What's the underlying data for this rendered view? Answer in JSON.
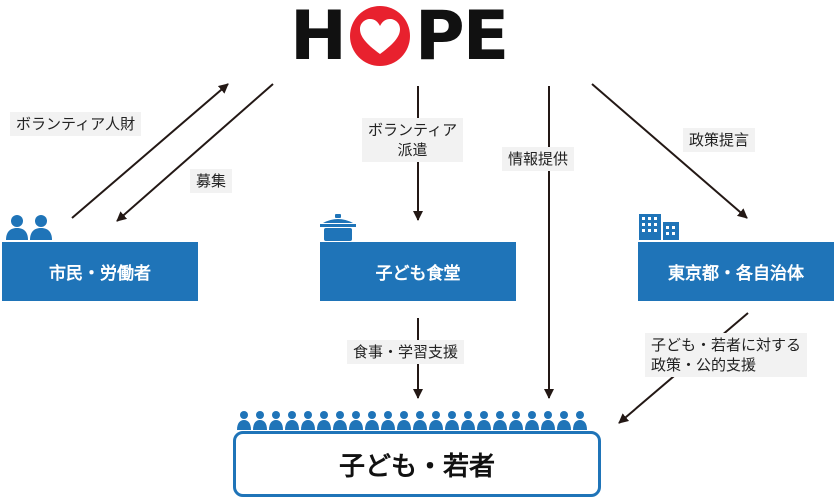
{
  "logo": {
    "text_left": "H",
    "text_right": "PE",
    "heart_color": "#e8212e"
  },
  "actors": {
    "citizens": {
      "label": "市民・労働者",
      "icon": "people-icon"
    },
    "kitchen": {
      "label": "子ども食堂",
      "icon": "pot-icon"
    },
    "government": {
      "label": "東京都・各自治体",
      "icon": "building-icon"
    },
    "target": {
      "label": "子ども・若者",
      "icon": "crowd-icon"
    }
  },
  "flows": {
    "volunteer_talent": "ボランティア人財",
    "recruit": "募集",
    "volunteer_dispatch_1": "ボランティア",
    "volunteer_dispatch_2": "派遣",
    "info": "情報提供",
    "policy_proposal": "政策提言",
    "food_support": "食事・学習支援",
    "policy_support_1": "子ども・若者に対する",
    "policy_support_2": "政策・公的支援"
  },
  "colors": {
    "primary": "#1f74b8",
    "label_bg": "#f2f2f2",
    "arrow": "#231815"
  }
}
